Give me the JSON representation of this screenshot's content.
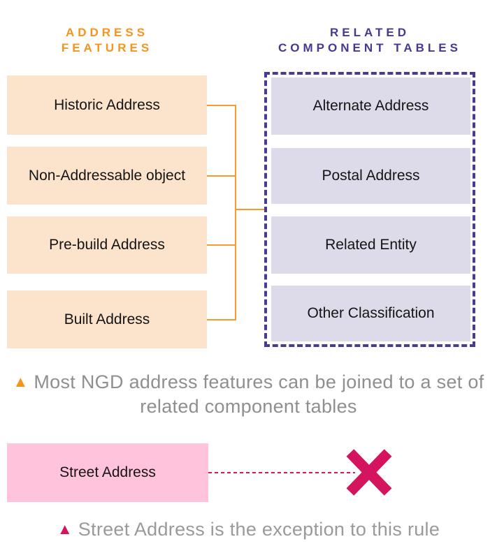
{
  "diagram": {
    "left_column": {
      "title_line1": "ADDRESS",
      "title_line2": "FEATURES",
      "boxes": [
        "Historic Address",
        "Non-Addressable object",
        "Pre-build Address",
        "Built Address"
      ]
    },
    "right_column": {
      "title_line1": "RELATED",
      "title_line2": "COMPONENT TABLES",
      "boxes": [
        "Alternate Address",
        "Postal Address",
        "Related Entity",
        "Other Classification"
      ]
    },
    "main_caption": {
      "marker": "▲",
      "line1": "Most NGD address features can be joined to a set of",
      "line2": "related component tables"
    },
    "exception": {
      "box_label": "Street Address",
      "caption_marker": "▲",
      "caption_text": "Street Address is the exception to this rule"
    },
    "colors": {
      "orange": "#F7941E",
      "peach": "#FCE3CC",
      "purple": "#453A8F",
      "dashed_border_purple": "#473B94",
      "lavender": "#DDDBEA",
      "caption_gray": "#8F8F8F",
      "pink": "#FFC3DC",
      "magenta": "#D4145F"
    }
  }
}
